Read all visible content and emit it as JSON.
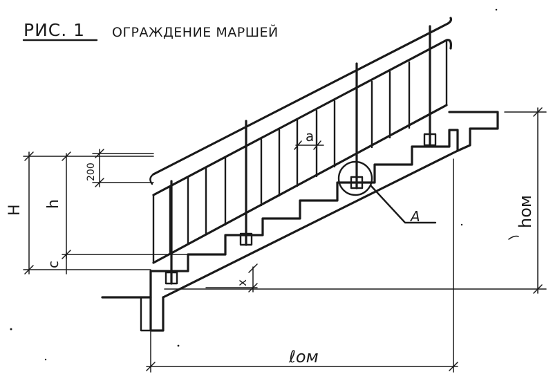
{
  "figure": {
    "number": "РИС. 1",
    "caption": "ОГРАЖДЕНИЕ МАРШЕЙ"
  },
  "dimensions": {
    "H": "H",
    "h": "h",
    "c": "c",
    "offset_200": "200",
    "a": "a",
    "x": "x",
    "h_om": "hом",
    "l_om": "ℓом"
  },
  "callouts": {
    "detail": "А"
  },
  "colors": {
    "ink": "#1a1a1a",
    "paper": "#ffffff"
  }
}
